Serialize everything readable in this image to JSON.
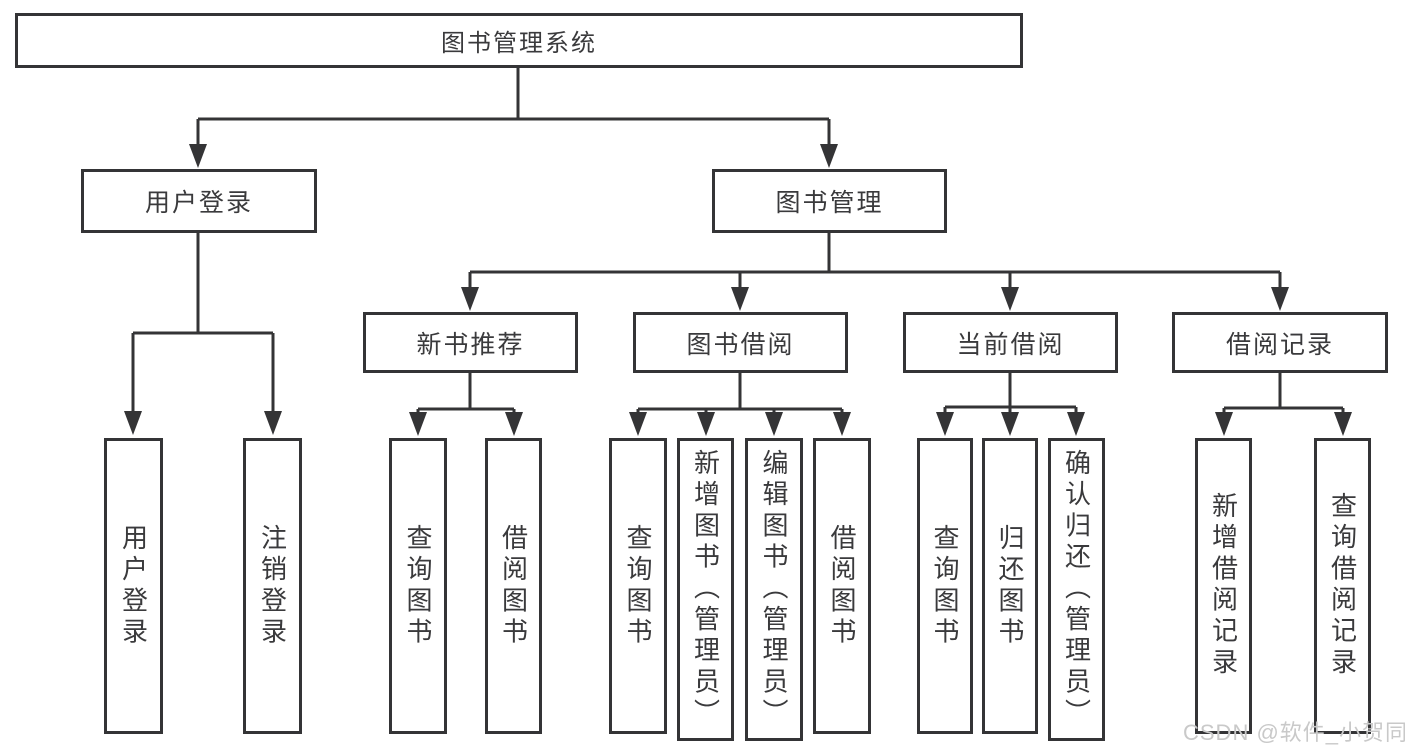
{
  "diagram": {
    "title": "图书管理系统",
    "branches": [
      {
        "label": "用户登录",
        "children": [
          {
            "label": "用户登录"
          },
          {
            "label": "注销登录"
          }
        ]
      },
      {
        "label": "图书管理",
        "children": [
          {
            "label": "新书推荐",
            "children": [
              {
                "label": "查询图书"
              },
              {
                "label": "借阅图书"
              }
            ]
          },
          {
            "label": "图书借阅",
            "children": [
              {
                "label": "查询图书"
              },
              {
                "label": "新增图书（管理员）"
              },
              {
                "label": "编辑图书（管理员）"
              },
              {
                "label": "借阅图书"
              }
            ]
          },
          {
            "label": "当前借阅",
            "children": [
              {
                "label": "查询图书"
              },
              {
                "label": "归还图书"
              },
              {
                "label": "确认归还（管理员）"
              }
            ]
          },
          {
            "label": "借阅记录",
            "children": [
              {
                "label": "新增借阅记录"
              },
              {
                "label": "查询借阅记录"
              }
            ]
          }
        ]
      }
    ]
  },
  "watermark": {
    "text": "CSDN @软件_小贺同学"
  },
  "colors": {
    "line": "#343436",
    "text": "#3a3a3c",
    "watermark": "#c9c9c9",
    "background": "#ffffff"
  }
}
